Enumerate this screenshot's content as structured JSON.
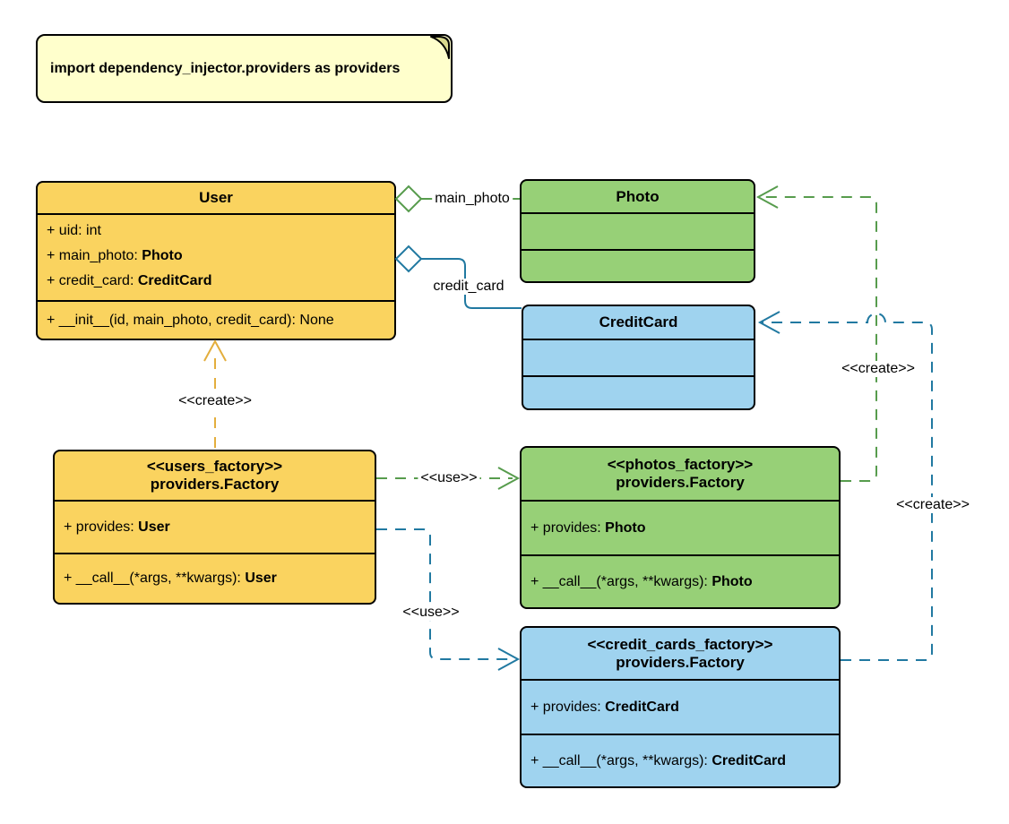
{
  "note": {
    "text": "import dependency_injector.providers as providers"
  },
  "colors": {
    "yellow_fill": "#FAD35F",
    "green_fill": "#97D077",
    "blue_fill": "#9FD3EF",
    "note_fill": "#FFFFCC",
    "gold_line": "#E3AE3D",
    "green_line": "#579C4D",
    "teal_line": "#2179A1",
    "border": "#000000"
  },
  "classes": {
    "user": {
      "title": "User",
      "attributes": [
        {
          "label": "+ uid: int",
          "type": ""
        },
        {
          "label": "+ main_photo: ",
          "type": "Photo"
        },
        {
          "label": "+ credit_card: ",
          "type": "CreditCard"
        }
      ],
      "methods": [
        {
          "label": "+ __init__(id, main_photo, credit_card): None",
          "type": ""
        }
      ]
    },
    "photo": {
      "title": "Photo"
    },
    "credit_card": {
      "title": "CreditCard"
    },
    "users_factory": {
      "stereotype": "<<users_factory>>",
      "title": "providers.Factory",
      "attributes": [
        {
          "label": "+ provides: ",
          "type": "User"
        }
      ],
      "methods": [
        {
          "label": "+ __call__(*args, **kwargs): ",
          "type": "User"
        }
      ]
    },
    "photos_factory": {
      "stereotype": "<<photos_factory>>",
      "title": "providers.Factory",
      "attributes": [
        {
          "label": "+ provides: ",
          "type": "Photo"
        }
      ],
      "methods": [
        {
          "label": "+ __call__(*args, **kwargs): ",
          "type": "Photo"
        }
      ]
    },
    "credit_cards_factory": {
      "stereotype": "<<credit_cards_factory>>",
      "title": "providers.Factory",
      "attributes": [
        {
          "label": "+ provides: ",
          "type": "CreditCard"
        }
      ],
      "methods": [
        {
          "label": "+ __call__(*args, **kwargs): ",
          "type": "CreditCard"
        }
      ]
    }
  },
  "edges": {
    "main_photo": {
      "label": "main_photo"
    },
    "credit_card": {
      "label": "credit_card"
    },
    "create_user": {
      "label": "<<create>>"
    },
    "use_photos": {
      "label": "<<use>>"
    },
    "use_credit_cards": {
      "label": "<<use>>"
    },
    "create_photo": {
      "label": "<<create>>"
    },
    "create_credit_card": {
      "label": "<<create>>"
    }
  }
}
